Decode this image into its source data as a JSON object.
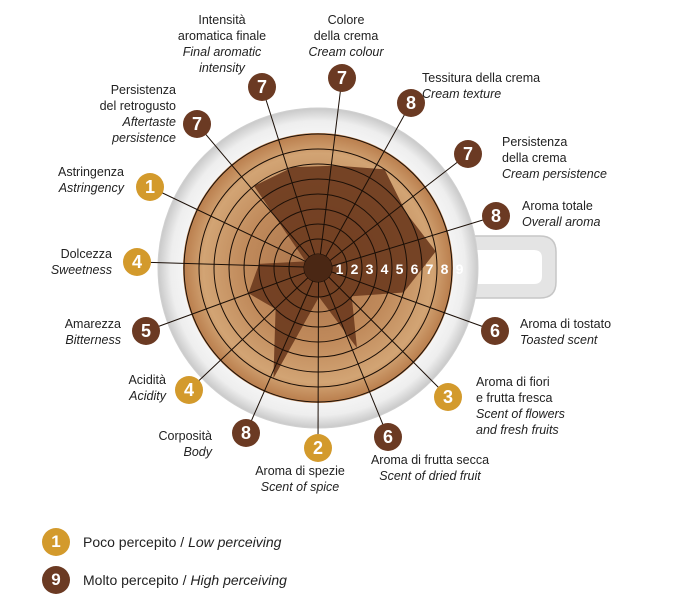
{
  "chart_data": {
    "type": "radar",
    "scale": {
      "min": 1,
      "max": 9,
      "ticks": [
        "1",
        "2",
        "3",
        "4",
        "5",
        "6",
        "7",
        "8",
        "9"
      ]
    },
    "low_color": "#d39a2c",
    "high_color": "#6b3a23",
    "attributes": [
      {
        "it": "Colore\ndella crema",
        "en": "Cream colour",
        "value": 7
      },
      {
        "it": "Tessitura della crema",
        "en": "Cream texture",
        "value": 8
      },
      {
        "it": "Persistenza\ndella crema",
        "en": "Cream persistence",
        "value": 7
      },
      {
        "it": "Aroma totale",
        "en": "Overall aroma",
        "value": 8
      },
      {
        "it": "Aroma di tostato",
        "en": "Toasted scent",
        "value": 6
      },
      {
        "it": "Aroma di fiori\ne frutta fresca",
        "en": "Scent of flowers\nand fresh fruits",
        "value": 3
      },
      {
        "it": "Aroma di frutta secca",
        "en": "Scent of dried fruit",
        "value": 6
      },
      {
        "it": "Aroma di spezie",
        "en": "Scent of spice",
        "value": 2
      },
      {
        "it": "Corposità",
        "en": "Body",
        "value": 8
      },
      {
        "it": "Acidità",
        "en": "Acidity",
        "value": 4
      },
      {
        "it": "Amarezza",
        "en": "Bitterness",
        "value": 5
      },
      {
        "it": "Dolcezza",
        "en": "Sweetness",
        "value": 4
      },
      {
        "it": "Astringenza",
        "en": "Astringency",
        "value": 1
      },
      {
        "it": "Persistenza\ndel retrogusto",
        "en": "Aftertaste\npersistence",
        "value": 7
      },
      {
        "it": "Intensità\naromatica finale",
        "en": "Final aromatic\nintensity",
        "value": 7
      }
    ]
  },
  "legend": [
    {
      "number": "1",
      "it": "Poco percepito",
      "separator": " / ",
      "en": "Low perceiving",
      "color": "#d39a2c"
    },
    {
      "number": "9",
      "it": "Molto percepito",
      "separator": " / ",
      "en": "High perceiving",
      "color": "#6b3a23"
    }
  ]
}
